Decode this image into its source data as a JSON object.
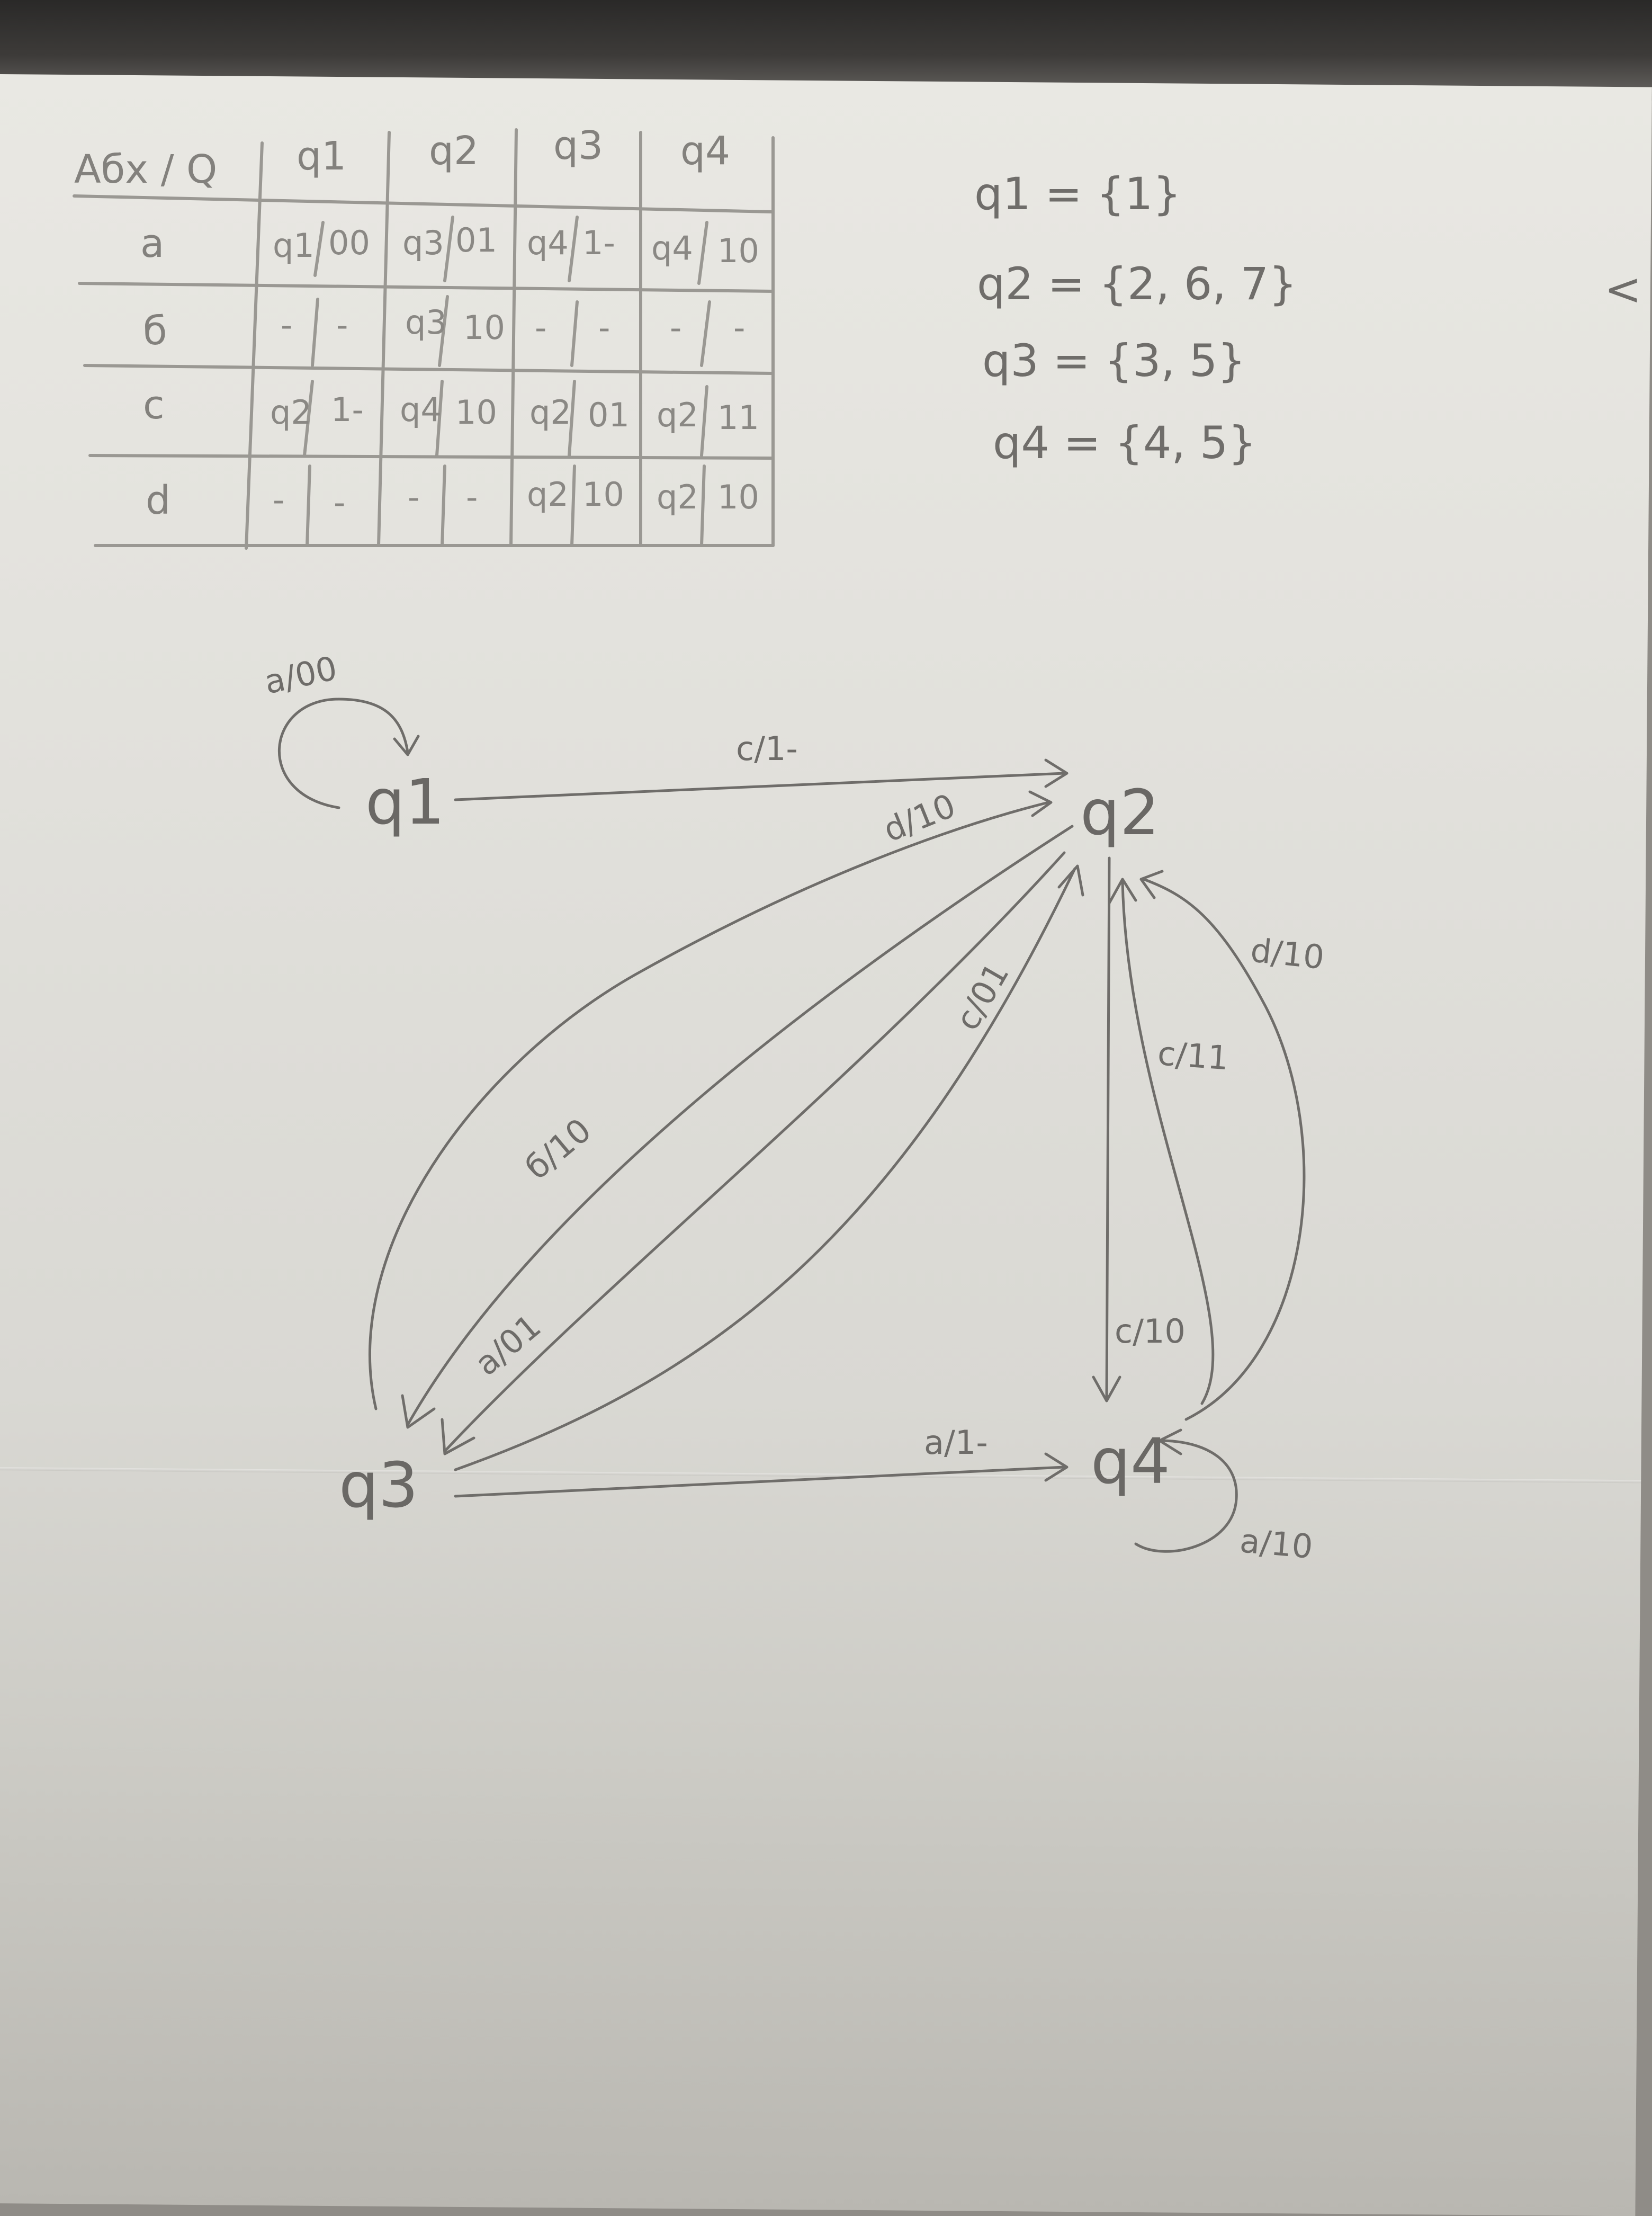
{
  "table": {
    "corner_label": "Aбx / Q",
    "columns": [
      "q1",
      "q2",
      "q3",
      "q4"
    ],
    "rows": [
      {
        "symbol": "a",
        "cells": [
          [
            "q1",
            "00"
          ],
          [
            "q3",
            "01"
          ],
          [
            "q4",
            "1-"
          ],
          [
            "q4",
            "10"
          ]
        ]
      },
      {
        "symbol": "б",
        "cells": [
          [
            "-",
            "-"
          ],
          [
            "q3",
            "10"
          ],
          [
            "-",
            "-"
          ],
          [
            "-",
            "-"
          ]
        ]
      },
      {
        "symbol": "c",
        "cells": [
          [
            "q2",
            "1-"
          ],
          [
            "q4",
            "10"
          ],
          [
            "q2",
            "01"
          ],
          [
            "q2",
            "11"
          ]
        ]
      },
      {
        "symbol": "d",
        "cells": [
          [
            "-",
            "-"
          ],
          [
            "-",
            "-"
          ],
          [
            "q2",
            "10"
          ],
          [
            "q2",
            "10"
          ]
        ]
      }
    ]
  },
  "state_sets": [
    "q1 = {1}",
    "q2 = {2, 6, 7}",
    "q3 = {3, 5}",
    "q4 = {4, 5}"
  ],
  "margin_mark": "<",
  "diagram": {
    "states": [
      {
        "id": "q1",
        "label": "q1"
      },
      {
        "id": "q2",
        "label": "q2"
      },
      {
        "id": "q3",
        "label": "q3"
      },
      {
        "id": "q4",
        "label": "q4"
      }
    ],
    "transitions": [
      {
        "from": "q1",
        "to": "q1",
        "label": "a/00"
      },
      {
        "from": "q1",
        "to": "q2",
        "label": "c/1-"
      },
      {
        "from": "q3",
        "to": "q2",
        "label": "d/10"
      },
      {
        "from": "q2",
        "to": "q3",
        "label": "б/10"
      },
      {
        "from": "q2",
        "to": "q3",
        "label": "a/01"
      },
      {
        "from": "q3",
        "to": "q2",
        "label": "c/01"
      },
      {
        "from": "q2",
        "to": "q4",
        "label": "c/10"
      },
      {
        "from": "q4",
        "to": "q2",
        "label": "c/11"
      },
      {
        "from": "q4",
        "to": "q2",
        "label": "d/10"
      },
      {
        "from": "q3",
        "to": "q4",
        "label": "a/1-"
      },
      {
        "from": "q4",
        "to": "q4",
        "label": "a/10"
      }
    ]
  }
}
